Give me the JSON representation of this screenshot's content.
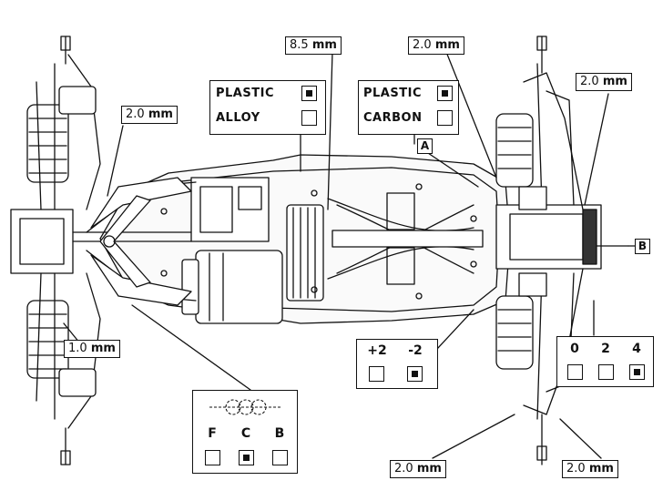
{
  "callouts": {
    "rear_top_left": {
      "value": "2.0",
      "unit": "mm"
    },
    "rear_bottom_left": {
      "value": "1.0",
      "unit": "mm"
    },
    "center_top": {
      "value": "8.5",
      "unit": "mm"
    },
    "front_top_mid": {
      "value": "2.0",
      "unit": "mm"
    },
    "front_top_right": {
      "value": "2.0",
      "unit": "mm"
    },
    "front_bottom_left": {
      "value": "2.0",
      "unit": "mm"
    },
    "front_bottom_right": {
      "value": "2.0",
      "unit": "mm"
    }
  },
  "material_motor": {
    "options": [
      {
        "label": "PLASTIC",
        "selected": true
      },
      {
        "label": "ALLOY",
        "selected": false
      }
    ]
  },
  "material_front": {
    "options": [
      {
        "label": "PLASTIC",
        "selected": true
      },
      {
        "label": "CARBON",
        "selected": false
      }
    ]
  },
  "markers": {
    "a": "A",
    "b": "B"
  },
  "camber_setting": {
    "options": [
      {
        "label": "+2",
        "selected": false
      },
      {
        "label": "-2",
        "selected": true
      }
    ]
  },
  "shim_setting": {
    "options": [
      {
        "label": "0",
        "selected": false
      },
      {
        "label": "2",
        "selected": false
      },
      {
        "label": "4",
        "selected": true
      }
    ]
  },
  "pivot_position": {
    "options": [
      {
        "label": "F",
        "selected": false
      },
      {
        "label": "C",
        "selected": true
      },
      {
        "label": "B",
        "selected": false
      }
    ]
  }
}
